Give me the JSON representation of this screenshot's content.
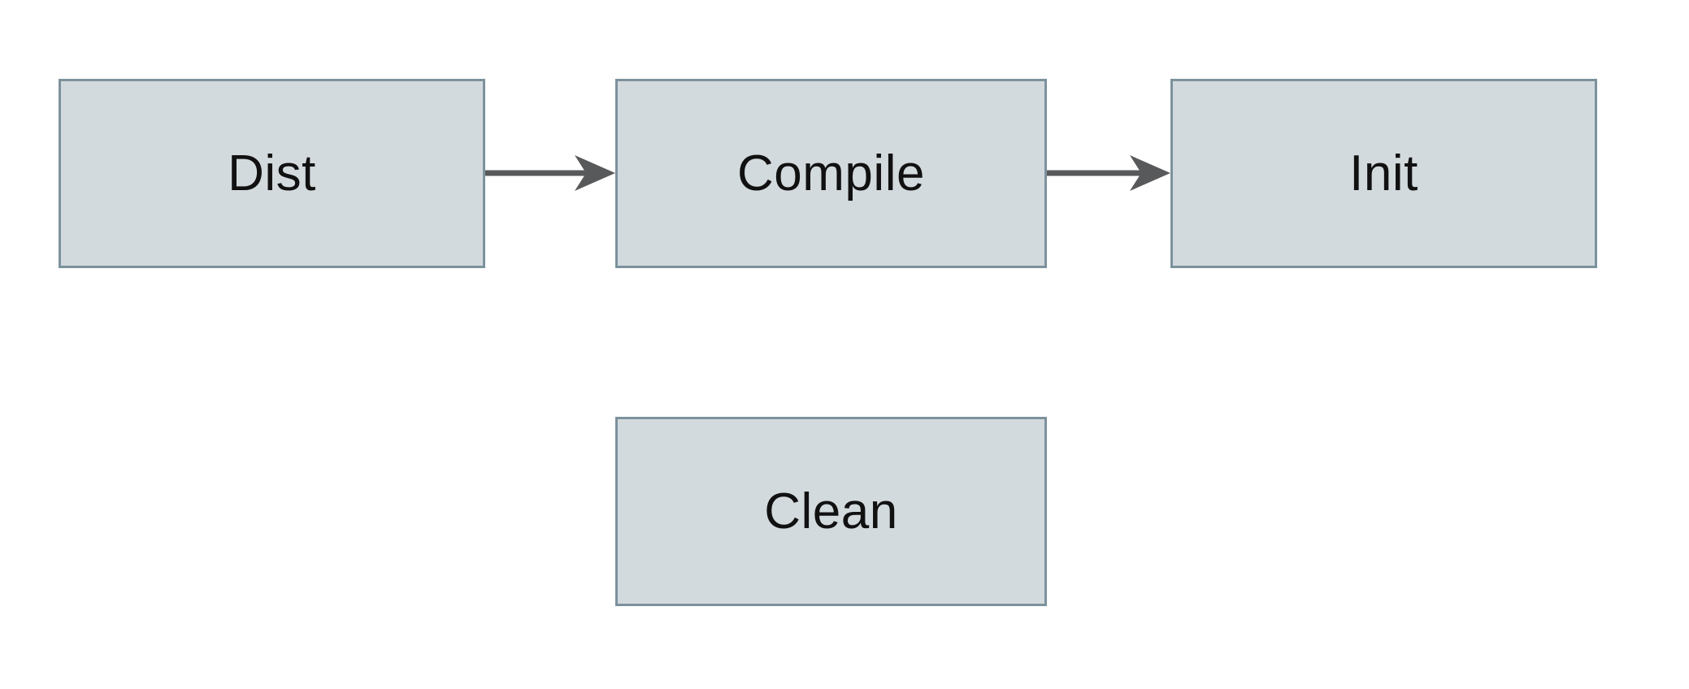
{
  "diagram": {
    "title": "build-targets-flow",
    "nodes": [
      {
        "id": "dist",
        "label": "Dist"
      },
      {
        "id": "compile",
        "label": "Compile"
      },
      {
        "id": "init",
        "label": "Init"
      },
      {
        "id": "clean",
        "label": "Clean"
      }
    ],
    "edges": [
      {
        "from": "dist",
        "to": "compile",
        "direction": "right"
      },
      {
        "from": "compile",
        "to": "init",
        "direction": "right"
      }
    ],
    "colors": {
      "background": "#ffffff",
      "node_fill": "#d3dadd",
      "node_border": "#7c929d",
      "arrow": "#58595b",
      "text": "#111111"
    }
  }
}
